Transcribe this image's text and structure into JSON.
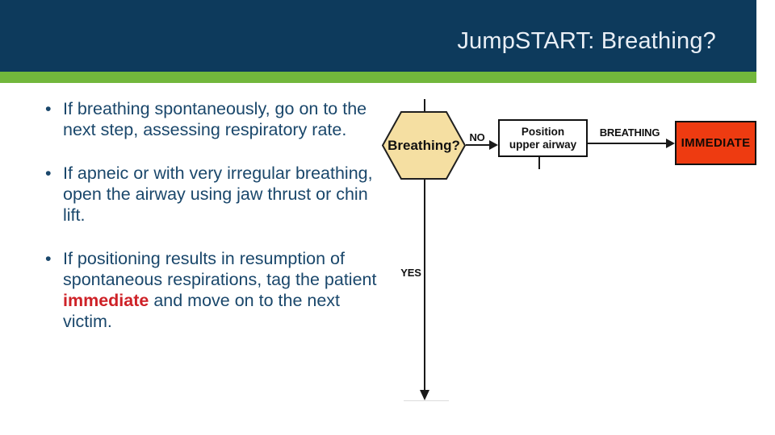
{
  "header": {
    "title": "JumpSTART: Breathing?"
  },
  "content": {
    "bullet_marker": "•",
    "bullets": [
      {
        "text": "If breathing spontaneously, go on to the next step, assessing respiratory rate."
      },
      {
        "text": "If apneic or with very irregular breathing, open the airway using jaw thrust or chin lift."
      },
      {
        "pre": "If positioning results in resumption of spontaneous respirations, tag the patient ",
        "highlight": "immediate",
        "post": " and move on to the next victim."
      }
    ]
  },
  "flowchart": {
    "decision_label": "Breathing?",
    "no_label": "NO",
    "yes_label": "YES",
    "position_box": {
      "line1": "Position",
      "line2": "upper airway"
    },
    "breathing_label": "BREATHING",
    "immediate_label": "IMMEDIATE"
  },
  "theme": {
    "header_navy": "#0d3a5c",
    "accent_green": "#72b73c",
    "body_text_navy": "#1a476b",
    "highlight_red": "#ce2127",
    "immediate_box_red": "#ee3b11",
    "hexagon_tan": "#f5dfa2"
  }
}
